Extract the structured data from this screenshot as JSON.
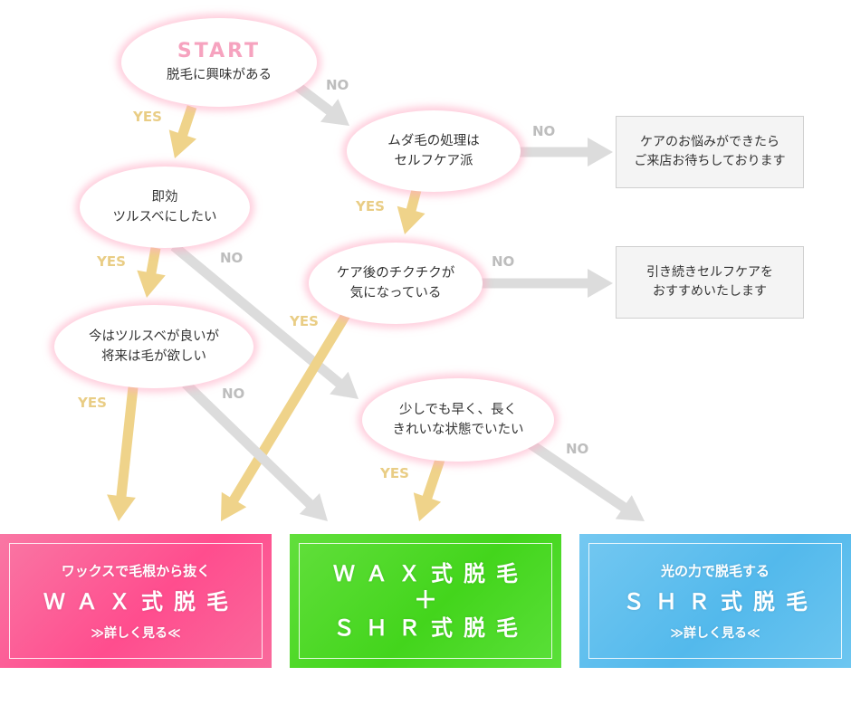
{
  "nodes": {
    "start_title": "START",
    "start_text": "脱毛に興味がある",
    "q_selfcare_1": "ムダ毛の処理は",
    "q_selfcare_2": "セルフケア派",
    "q_instant_1": "即効",
    "q_instant_2": "ツルスベにしたい",
    "q_aftercare_1": "ケア後のチクチクが",
    "q_aftercare_2": "気になっている",
    "q_future_1": "今はツルスベが良いが",
    "q_future_2": "将来は毛が欲しい",
    "q_fast_1": "少しでも早く、長く",
    "q_fast_2": "きれいな状態でいたい"
  },
  "messages": {
    "care_worry_1": "ケアのお悩みができたら",
    "care_worry_2": "ご来店お待ちしております",
    "continue_self_1": "引き続きセルフケアを",
    "continue_self_2": "おすすめいたします"
  },
  "labels": {
    "yes": "YES",
    "no": "NO"
  },
  "results": {
    "wax": {
      "subtitle": "ワックスで毛根から抜く",
      "title": "ＷＡＸ式脱毛",
      "link": "≫詳しく見る≪"
    },
    "combo": {
      "title_1": "ＷＡＸ式脱毛",
      "plus": "＋",
      "title_2": "ＳＨＲ式脱毛"
    },
    "shr": {
      "subtitle": "光の力で脱毛する",
      "title": "ＳＨＲ式脱毛",
      "link": "≫詳しく見る≪"
    }
  },
  "colors": {
    "yes_arrow": "#efd38a",
    "no_arrow": "#dcdcdc",
    "wax": "#ff4d8e",
    "combo": "#43d51c",
    "shr": "#53b9ec"
  }
}
